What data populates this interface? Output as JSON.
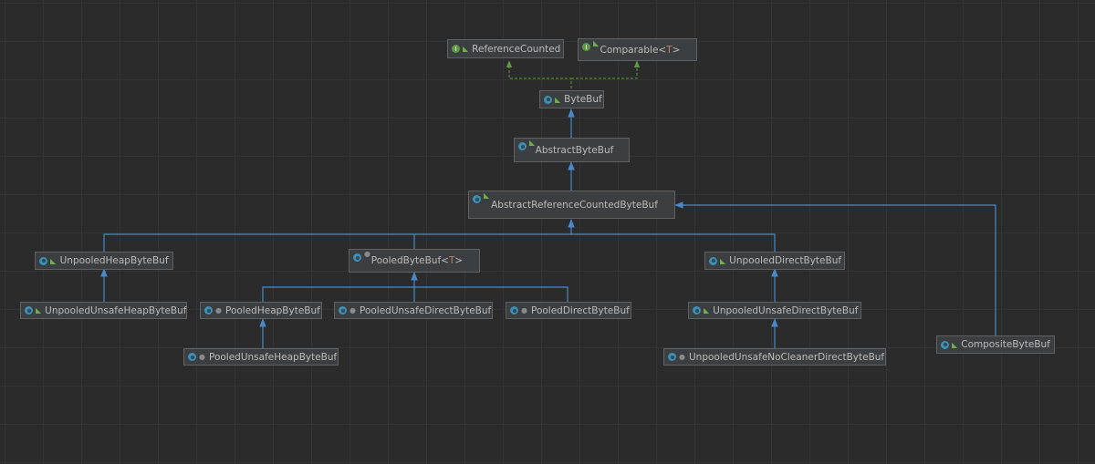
{
  "diagram": {
    "nodes": {
      "reference_counted": {
        "label": "ReferenceCounted",
        "kind": "interface",
        "visibility": "public"
      },
      "comparable": {
        "label": "Comparable",
        "type_param": "T",
        "kind": "interface",
        "visibility": "public"
      },
      "byte_buf": {
        "label": "ByteBuf",
        "kind": "abstract-class",
        "visibility": "public"
      },
      "abstract_byte_buf": {
        "label": "AbstractByteBuf",
        "kind": "abstract-class",
        "visibility": "public"
      },
      "abstract_reference_counted_byte_buf": {
        "label": "AbstractReferenceCountedByteBuf",
        "kind": "abstract-class",
        "visibility": "public"
      },
      "unpooled_heap_byte_buf": {
        "label": "UnpooledHeapByteBuf",
        "kind": "class",
        "visibility": "public"
      },
      "pooled_byte_buf": {
        "label": "PooledByteBuf",
        "type_param": "T",
        "kind": "abstract-class",
        "visibility": "package"
      },
      "unpooled_direct_byte_buf": {
        "label": "UnpooledDirectByteBuf",
        "kind": "class",
        "visibility": "public"
      },
      "unpooled_unsafe_heap_byte_buf": {
        "label": "UnpooledUnsafeHeapByteBuf",
        "kind": "class",
        "visibility": "public"
      },
      "pooled_heap_byte_buf": {
        "label": "PooledHeapByteBuf",
        "kind": "class",
        "visibility": "package"
      },
      "pooled_unsafe_direct_byte_buf": {
        "label": "PooledUnsafeDirectByteBuf",
        "kind": "final-class",
        "visibility": "package"
      },
      "pooled_direct_byte_buf": {
        "label": "PooledDirectByteBuf",
        "kind": "final-class",
        "visibility": "package"
      },
      "unpooled_unsafe_direct_byte_buf": {
        "label": "UnpooledUnsafeDirectByteBuf",
        "kind": "class",
        "visibility": "public"
      },
      "pooled_unsafe_heap_byte_buf": {
        "label": "PooledUnsafeHeapByteBuf",
        "kind": "final-class",
        "visibility": "package"
      },
      "unpooled_unsafe_no_cleaner_direct_byte_buf": {
        "label": "UnpooledUnsafeNoCleanerDirectByteBuf",
        "kind": "class",
        "visibility": "package"
      },
      "composite_byte_buf": {
        "label": "CompositeByteBuf",
        "kind": "class",
        "visibility": "public"
      }
    },
    "edges": [
      {
        "from": "byte_buf",
        "to": "reference_counted",
        "type": "implements"
      },
      {
        "from": "byte_buf",
        "to": "comparable",
        "type": "implements"
      },
      {
        "from": "abstract_byte_buf",
        "to": "byte_buf",
        "type": "extends"
      },
      {
        "from": "abstract_reference_counted_byte_buf",
        "to": "abstract_byte_buf",
        "type": "extends"
      },
      {
        "from": "unpooled_heap_byte_buf",
        "to": "abstract_reference_counted_byte_buf",
        "type": "extends"
      },
      {
        "from": "pooled_byte_buf",
        "to": "abstract_reference_counted_byte_buf",
        "type": "extends"
      },
      {
        "from": "unpooled_direct_byte_buf",
        "to": "abstract_reference_counted_byte_buf",
        "type": "extends"
      },
      {
        "from": "composite_byte_buf",
        "to": "abstract_reference_counted_byte_buf",
        "type": "extends"
      },
      {
        "from": "unpooled_unsafe_heap_byte_buf",
        "to": "unpooled_heap_byte_buf",
        "type": "extends"
      },
      {
        "from": "pooled_heap_byte_buf",
        "to": "pooled_byte_buf",
        "type": "extends"
      },
      {
        "from": "pooled_unsafe_direct_byte_buf",
        "to": "pooled_byte_buf",
        "type": "extends"
      },
      {
        "from": "pooled_direct_byte_buf",
        "to": "pooled_byte_buf",
        "type": "extends"
      },
      {
        "from": "pooled_unsafe_heap_byte_buf",
        "to": "pooled_heap_byte_buf",
        "type": "extends"
      },
      {
        "from": "unpooled_unsafe_direct_byte_buf",
        "to": "unpooled_direct_byte_buf",
        "type": "extends"
      },
      {
        "from": "unpooled_unsafe_no_cleaner_direct_byte_buf",
        "to": "unpooled_unsafe_direct_byte_buf",
        "type": "extends"
      }
    ],
    "colors": {
      "background": "#2b2b2b",
      "grid": "#333436",
      "node_fill": "#3c3f41",
      "node_border": "#616161",
      "text": "#bbbbbb",
      "extends_edge": "#4a88c7",
      "implements_edge": "#5e9a46",
      "class_icon": "#3f8fb5",
      "interface_icon": "#5e9a46",
      "type_param": "#c77d5e"
    }
  }
}
